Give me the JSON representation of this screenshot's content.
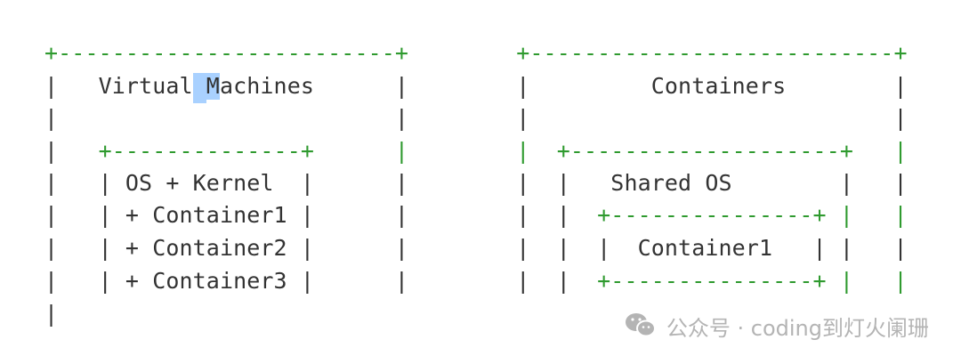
{
  "colors": {
    "green": "#2f9a2f",
    "dark": "#333333",
    "highlight": "#a9d1ff",
    "watermark": "#b4b4b4"
  },
  "diagram": {
    "left_box": {
      "title": "Virtual Machines",
      "inner_box": {
        "lines": [
          "OS + Kernel",
          "+ Container1",
          "+ Container2",
          "+ Container3"
        ]
      }
    },
    "right_box": {
      "title": "Containers",
      "middle_box": {
        "title": "Shared OS",
        "inner_box": {
          "line": "Container1"
        }
      }
    }
  },
  "watermark": {
    "icon": "wechat-icon",
    "text": "公众号 · coding到灯火阑珊"
  }
}
